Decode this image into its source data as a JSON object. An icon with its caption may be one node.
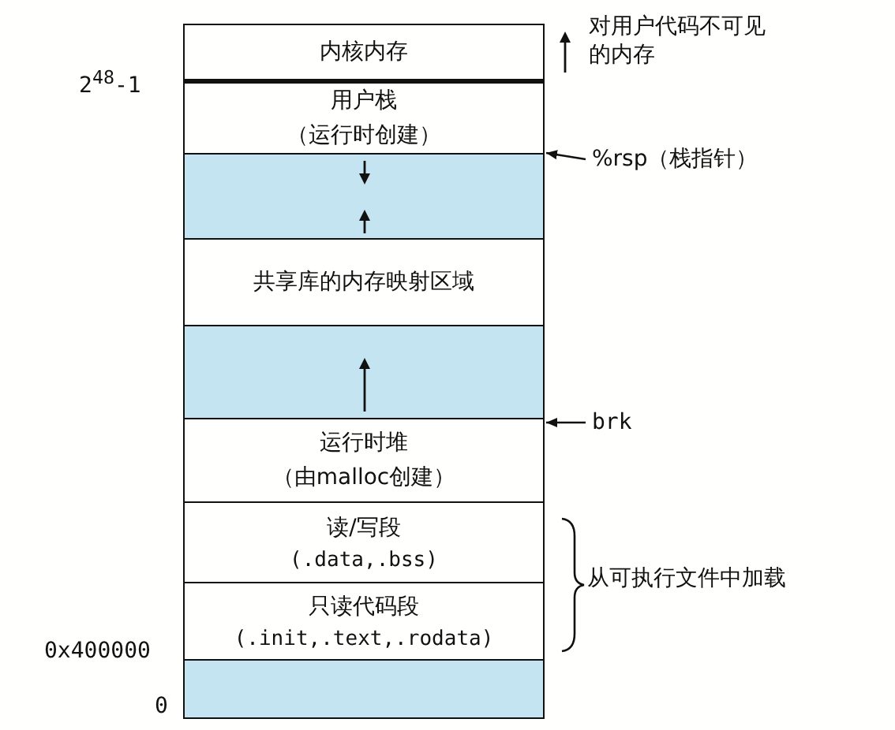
{
  "diagram": {
    "nodes": [
      {
        "text": [
          "内核内存"
        ]
      },
      {
        "text": [
          "用户栈",
          "（运行时创建）"
        ]
      },
      {
        "text": [],
        "shape": "box"
      },
      {
        "text": [
          "共享库的内存映射区域"
        ]
      },
      {
        "text": [],
        "shape": "box"
      },
      {
        "text": [
          "运行时堆",
          "（由malloc创建）"
        ]
      },
      {
        "text": [
          "读/写段",
          "(.data,.bss)"
        ]
      },
      {
        "text": [
          "只读代码段",
          "(.init,.text,.rodata)"
        ]
      },
      {
        "text": [],
        "shape": "box"
      },
      {
        "text": [
          "%rsp（栈指针）"
        ]
      },
      {
        "text": [
          "brk"
        ]
      }
    ],
    "edges": [
      {
        "from": 9,
        "to": 1,
        "arrow": "to"
      },
      {
        "from": 10,
        "to": 5,
        "arrow": "to"
      }
    ],
    "labels": [
      "对用户代码不可见的内存",
      "2$^{48}$-1",
      "从可执行文件中加载",
      "0x400000",
      "0"
    ]
  }
}
